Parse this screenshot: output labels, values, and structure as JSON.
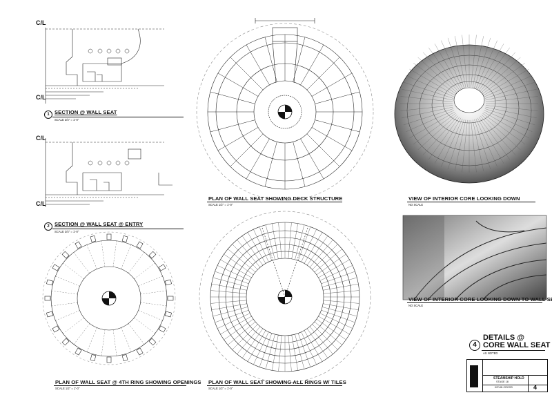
{
  "sheet": {
    "title_line1": "DETAILS @",
    "title_line2": "CORE WALL SEAT",
    "subtitle": "AS NOTED",
    "number": "4"
  },
  "section_markers": {
    "cl1": "C/L",
    "cl2": "C/L",
    "cl3": "C/L",
    "cl4": "C/L"
  },
  "views": [
    {
      "num": "1",
      "title": "SECTION @ WALL SEAT",
      "scale": "SCALE 3/4\" = 1'-0\""
    },
    {
      "num": "2",
      "title": "SECTION @ WALL SEAT @ ENTRY",
      "scale": "SCALE 3/4\" = 1'-0\""
    },
    {
      "num": "",
      "title": "PLAN OF WALL SEAT SHOWING DECK STRUCTURE",
      "scale": "SCALE 1/2\" = 1'-0\""
    },
    {
      "num": "",
      "title": "VIEW OF INTERIOR CORE LOOKING DOWN",
      "scale": "NO SCALE"
    },
    {
      "num": "",
      "title": "VIEW OF INTERIOR CORE LOOKING DOWN TO WALL SEAT",
      "scale": "NO SCALE"
    },
    {
      "num": "",
      "title": "PLAN OF WALL SEAT @ 4TH RING SHOWING OPENINGS",
      "scale": "SCALE 1/2\" = 1'-0\""
    },
    {
      "num": "",
      "title": "PLAN OF WALL SEAT SHOWING ALL RINGS W/ TILES",
      "scale": "SCALE 1/2\" = 1'-0\""
    }
  ],
  "title_block": {
    "project": "STEAMSHIP HOLD",
    "stage": "STAGE 18",
    "designer": "KEVIN CROSS",
    "sheet_no": "4"
  }
}
